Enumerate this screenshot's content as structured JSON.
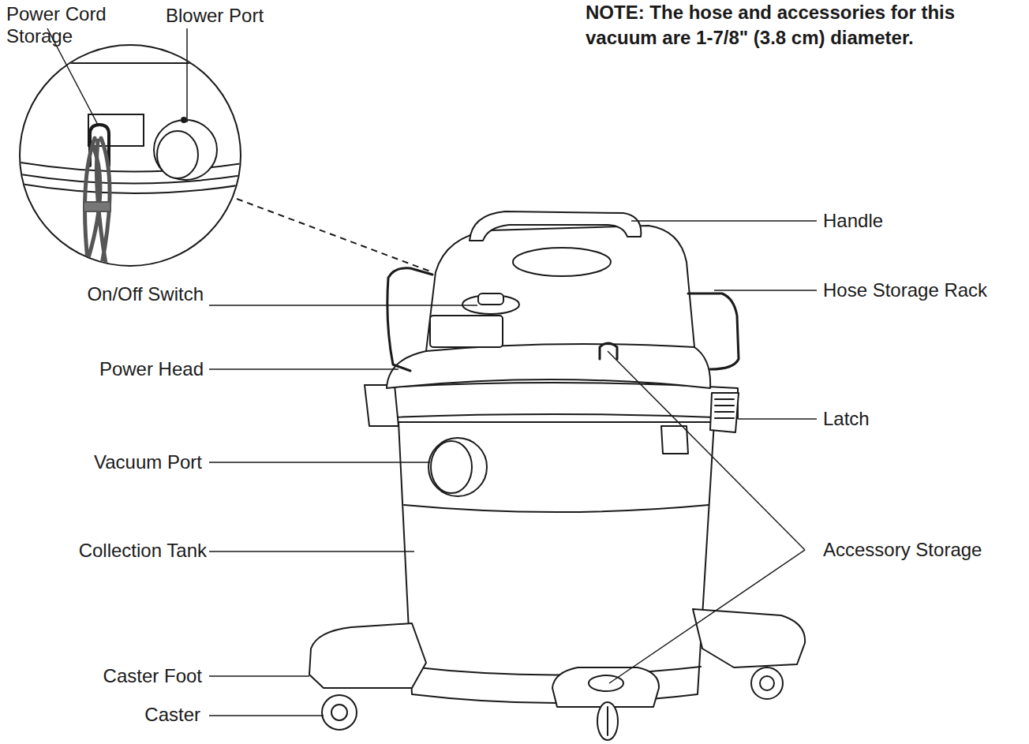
{
  "diagram": {
    "labels": [
      "Power Cord Storage",
      "Blower Port",
      "NOTE: The hose and accessories for this vacuum are 1-7/8\" (3.8 cm) diameter.",
      "Handle",
      "On/Off Switch",
      "Hose Storage Rack",
      "Power Head",
      "Latch",
      "Vacuum Port",
      "Collection Tank",
      "Accessory Storage",
      "Caster Foot",
      "Caster"
    ]
  }
}
